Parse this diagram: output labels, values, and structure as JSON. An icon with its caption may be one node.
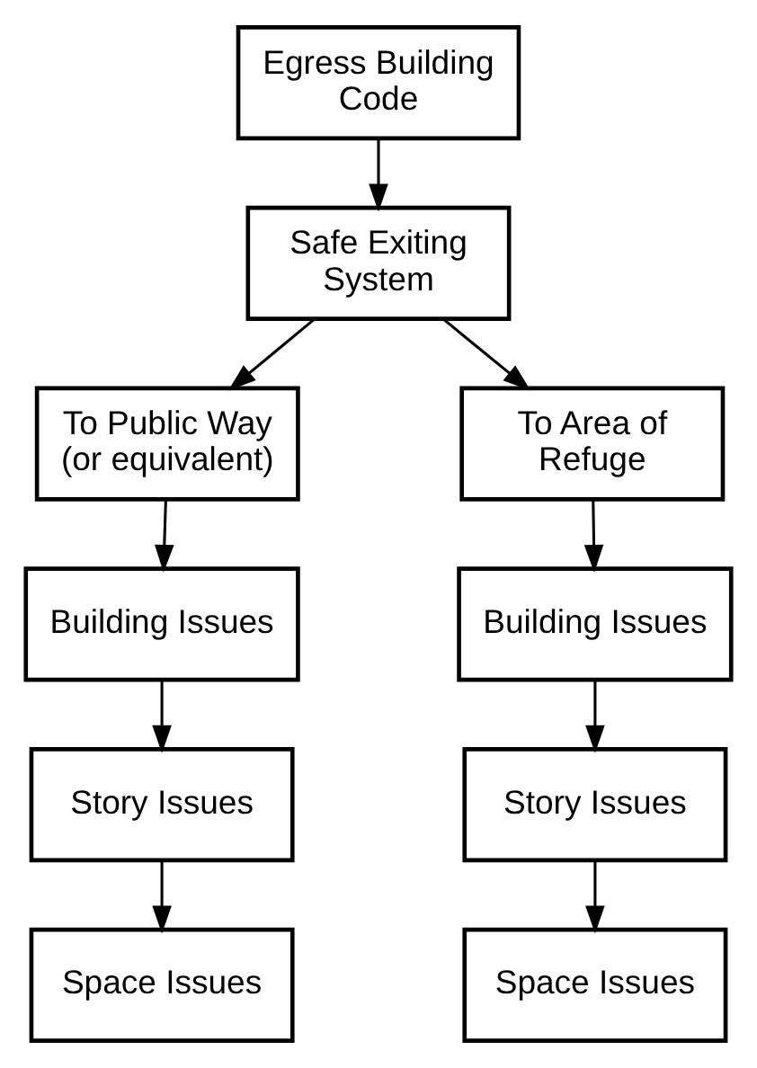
{
  "diagram": {
    "nodes": [
      {
        "text": [
          "Egress Building Code"
        ]
      },
      {
        "text": [
          "Safe Exiting System"
        ]
      },
      {
        "text": [
          "To Public Way (or equivalent)"
        ]
      },
      {
        "text": [
          "Building Issues"
        ]
      },
      {
        "text": [
          "Story Issues"
        ]
      },
      {
        "text": [
          "Space Issues"
        ]
      },
      {
        "text": [
          "To Area of Refuge"
        ]
      },
      {
        "text": [
          "Building Issues"
        ]
      },
      {
        "text": [
          "Story Issues"
        ]
      },
      {
        "text": [
          "Space Issues"
        ]
      }
    ],
    "edges": [
      {
        "from": 0,
        "to": 1,
        "arrow": "to"
      },
      {
        "from": 1,
        "to": 2,
        "arrow": "to"
      },
      {
        "from": 1,
        "to": 6,
        "arrow": "to"
      },
      {
        "from": 2,
        "to": 3,
        "arrow": "to"
      },
      {
        "from": 3,
        "to": 4,
        "arrow": "to"
      },
      {
        "from": 4,
        "to": 5,
        "arrow": "to"
      },
      {
        "from": 6,
        "to": 7,
        "arrow": "to"
      },
      {
        "from": 7,
        "to": 8,
        "arrow": "to"
      },
      {
        "from": 8,
        "to": 9,
        "arrow": "to"
      }
    ]
  }
}
